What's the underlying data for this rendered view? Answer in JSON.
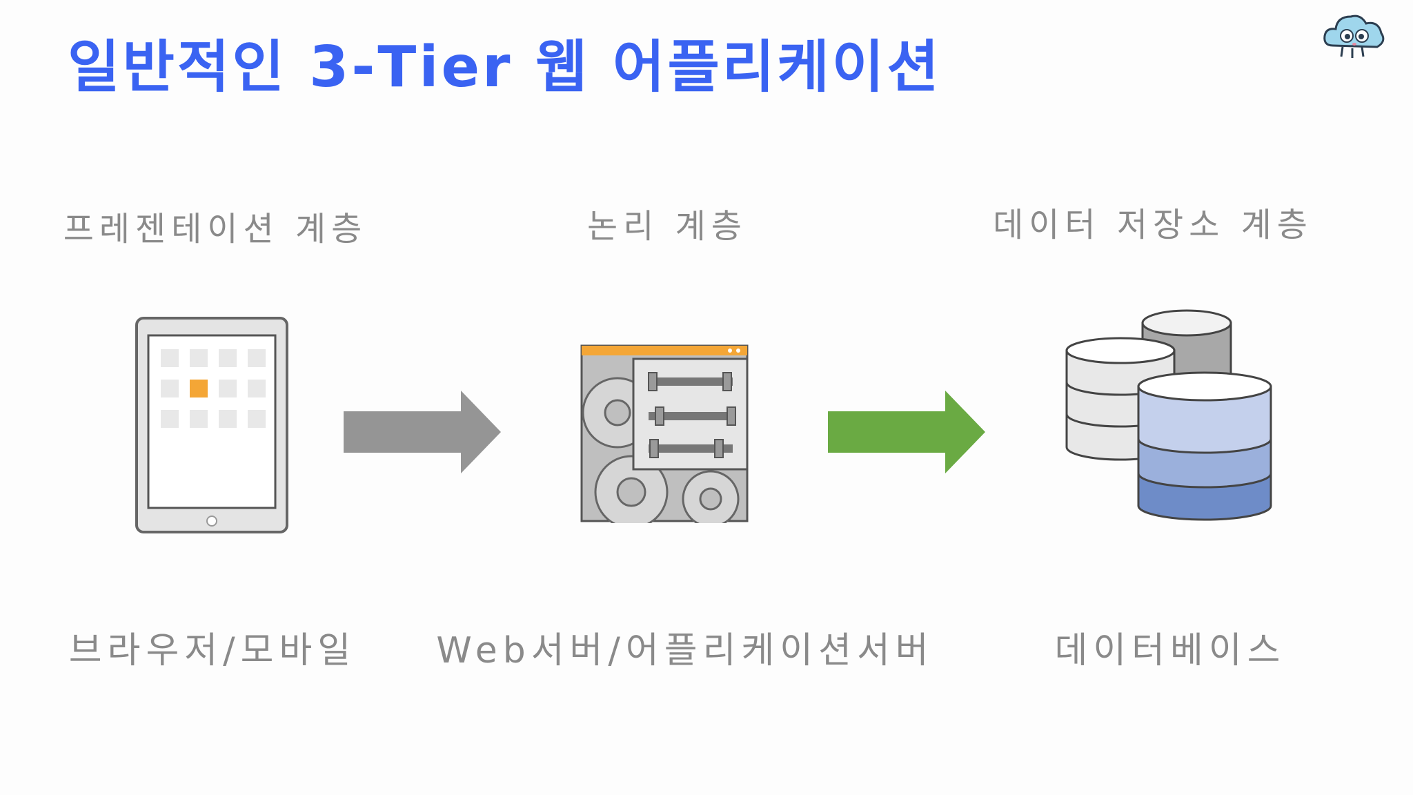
{
  "title": "일반적인 3-Tier 웹 어플리케이션",
  "layers": [
    {
      "top_label": "프레젠테이션 계층",
      "bottom_label": "브라우저/모바일",
      "icon": "tablet-icon"
    },
    {
      "top_label": "논리 계층",
      "bottom_label": "Web서버/어플리케이션서버",
      "icon": "app-server-icon"
    },
    {
      "top_label": "데이터 저장소 계층",
      "bottom_label": "데이터베이스",
      "icon": "database-icon"
    }
  ],
  "arrows": [
    {
      "from": 0,
      "to": 1,
      "color": "#959595"
    },
    {
      "from": 1,
      "to": 2,
      "color": "#6aaa43"
    }
  ],
  "colors": {
    "title": "#3a63f2",
    "label": "#8a8a8a",
    "accent_orange": "#f4a636",
    "db_blue": "#8ea6d6"
  }
}
